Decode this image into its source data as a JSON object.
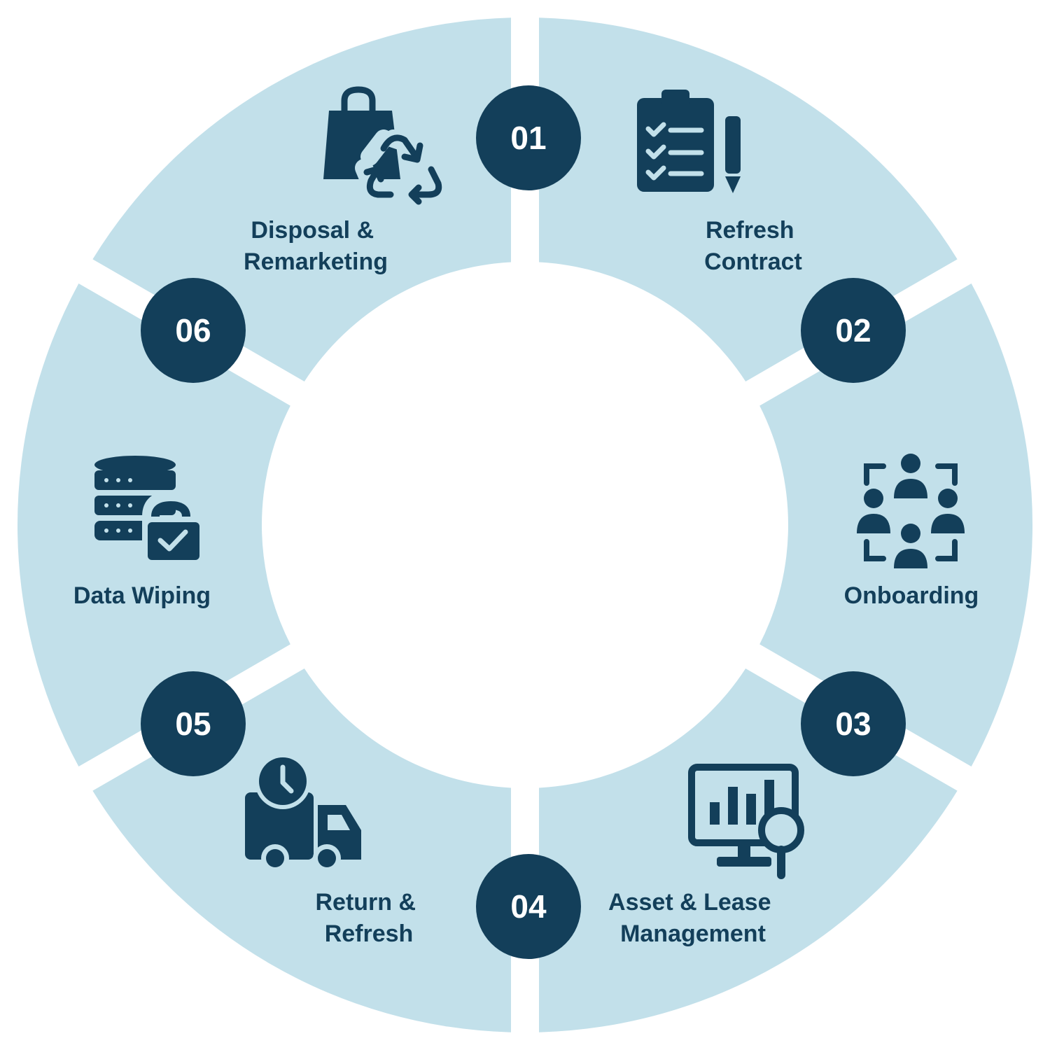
{
  "colors": {
    "segment": "#c2e0ea",
    "dark": "#133f5a",
    "badge_text": "#ffffff",
    "background": "#ffffff"
  },
  "steps": [
    {
      "number": "01",
      "line1": "Refresh",
      "line2": "Contract",
      "icon": "clipboard-checklist-icon"
    },
    {
      "number": "02",
      "line1": "Onboarding",
      "line2": "",
      "icon": "team-people-icon"
    },
    {
      "number": "03",
      "line1": "Asset & Lease",
      "line2": "Management",
      "icon": "monitor-analytics-icon"
    },
    {
      "number": "04",
      "line1": "Return &",
      "line2": "Refresh",
      "icon": "delivery-truck-clock-icon"
    },
    {
      "number": "05",
      "line1": "Data Wiping",
      "line2": "",
      "icon": "database-lock-icon"
    },
    {
      "number": "06",
      "line1": "Disposal &",
      "line2": "Remarketing",
      "icon": "shopping-bag-recycle-icon"
    }
  ]
}
